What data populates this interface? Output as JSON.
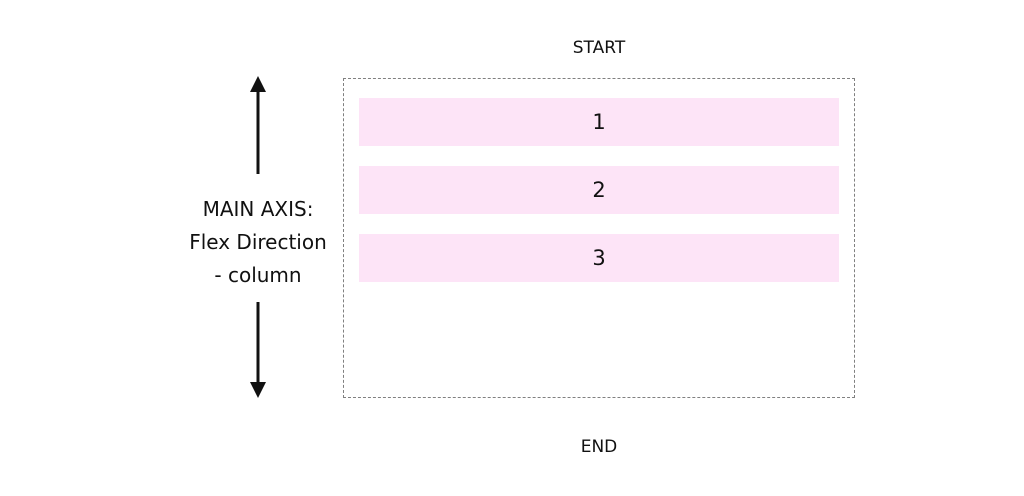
{
  "diagram": {
    "start_label": "START",
    "end_label": "END",
    "items": [
      "1",
      "2",
      "3"
    ],
    "axis_label": {
      "line1": "MAIN AXIS:",
      "line2": "Flex Direction",
      "line3": "- column"
    },
    "colors": {
      "item_background": "#fde4f7",
      "container_border": "#808080",
      "arrow": "#111111"
    }
  }
}
